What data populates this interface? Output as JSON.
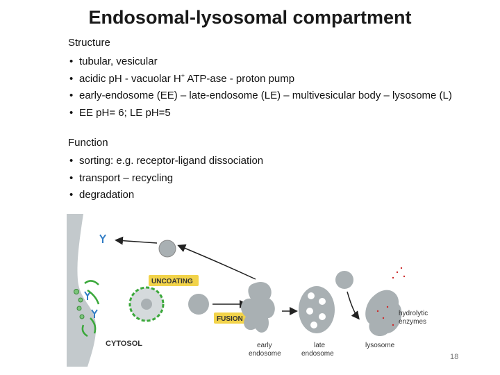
{
  "slide": {
    "title": "Endosomal-lysosomal compartment",
    "page_number": "18"
  },
  "structure": {
    "heading": "Structure",
    "bullets": {
      "b1": "tubular, vesicular",
      "b2_pre": "acidic pH - vacuolar H",
      "b2_sup": "+",
      "b2_post": " ATP-ase - proton pump",
      "b3": "early-endosome (EE) – late-endosome (LE) – multivesicular body – lysosome (L)",
      "b4": "EE pH= 6;  LE pH=5"
    }
  },
  "function": {
    "heading": "Function",
    "bullets": [
      "sorting: e.g. receptor-ligand dissociation",
      "transport – recycling",
      "degradation"
    ]
  },
  "figure": {
    "labels": {
      "uncoating": "UNCOATING",
      "fusion": "FUSION",
      "cytosol": "CYTOSOL",
      "early_endosome_1": "early",
      "early_endosome_2": "endosome",
      "late_endosome_1": "late",
      "late_endosome_2": "endosome",
      "lysosome": "lysosome",
      "hydrolytic_1": "hydrolytic",
      "hydrolytic_2": "enzymes"
    },
    "colors": {
      "membrane": "#c3c9cc",
      "compartment": "#a9b0b3",
      "label_box": "#f2d34a",
      "clathrin": "#3aa83a",
      "receptor": "#2f7bc4",
      "enzyme": "#cc2a2a",
      "arrow": "#222222"
    }
  }
}
